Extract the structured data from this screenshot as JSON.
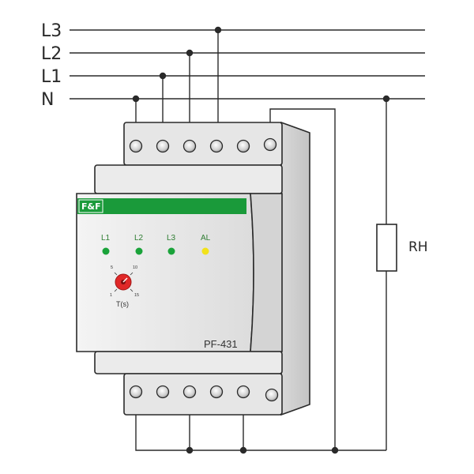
{
  "lines": [
    {
      "key": "l3",
      "label": "L3"
    },
    {
      "key": "l2",
      "label": "L2"
    },
    {
      "key": "l1",
      "label": "L1"
    },
    {
      "key": "n",
      "label": "N"
    }
  ],
  "device": {
    "brand": "F&F",
    "model": "PF-431",
    "brand_color": "#1a9a3a",
    "indicators": [
      {
        "label": "L1",
        "color": "#1aa33a"
      },
      {
        "label": "L2",
        "color": "#1aa33a"
      },
      {
        "label": "L3",
        "color": "#1aa33a"
      },
      {
        "label": "AL",
        "color": "#f2e21a"
      }
    ],
    "dial": {
      "label": "T(s)",
      "marks": [
        "5",
        "10",
        "1",
        "15"
      ],
      "color": "#e02828"
    }
  },
  "load": {
    "label": "RH"
  }
}
